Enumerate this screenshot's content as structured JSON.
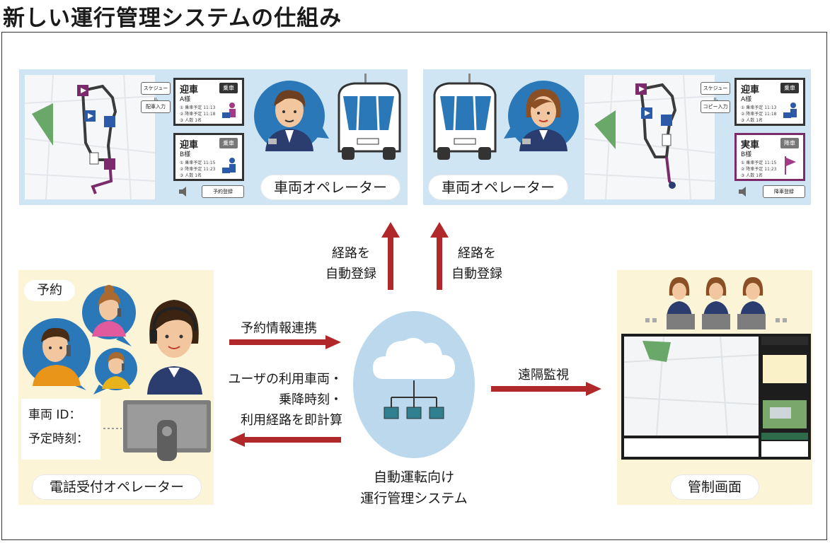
{
  "title": "新しい運行管理システムの仕組み",
  "left_vehicle_panel": {
    "operator_label": "車両オペレーター",
    "buttons": [
      "スケジュール",
      "配車入力"
    ],
    "bottom_button": "予約登録",
    "cards": [
      {
        "heading": "迎車",
        "sub": "A様",
        "badge": "乗車",
        "lines": [
          "① 乗車予定 11:13",
          "② 降車予定 11:18",
          "③ 人数 1名"
        ]
      },
      {
        "heading": "迎車",
        "sub": "B様",
        "badge": "乗車",
        "lines": [
          "① 乗車予定 11:15",
          "② 降車予定 11:23",
          "③ 人数 1名"
        ]
      }
    ]
  },
  "right_vehicle_panel": {
    "operator_label": "車両オペレーター",
    "buttons": [
      "スケジュール",
      "コピー入力"
    ],
    "bottom_button": "降車登録",
    "cards": [
      {
        "heading": "迎車",
        "sub": "A様",
        "badge": "乗車",
        "lines": [
          "① 乗車予定 11:13",
          "② 降車予定 11:18",
          "③ 人数 1名"
        ]
      },
      {
        "heading": "実車",
        "sub": "B様",
        "badge": "降車",
        "lines": [
          "① 乗車予定 11:15",
          "② 降車予定 11:23",
          "③ 人数 1名"
        ]
      }
    ]
  },
  "arrow_labels": {
    "route_register_left": [
      "経路を",
      "自動登録"
    ],
    "route_register_right": [
      "経路を",
      "自動登録"
    ],
    "reservation_link": "予約情報連携",
    "calc": [
      "ユーザの利用車両・",
      "乗降時刻・",
      "利用経路を即計算"
    ],
    "remote_monitor": "遠隔監視"
  },
  "phone_panel": {
    "reserve_label": "予約",
    "form_lines": [
      "車両 ID：",
      "予定時刻："
    ],
    "operator_label": "電話受付オペレーター"
  },
  "system_label": [
    "自動運転向け",
    "運行管理システム"
  ],
  "control_panel": {
    "label": "管制画面"
  },
  "colors": {
    "arrow": "#b0282a",
    "panel_blue": "#cfe5f4",
    "panel_yellow": "#fbf4d6",
    "route_dark": "#3b3b3b",
    "route_purple": "#7b2b6c",
    "pin_blue": "#2c5aa8",
    "park_green": "#6aa86a",
    "cloud_circle": "#bcd8ec",
    "network_box": "#2f7f8f"
  }
}
